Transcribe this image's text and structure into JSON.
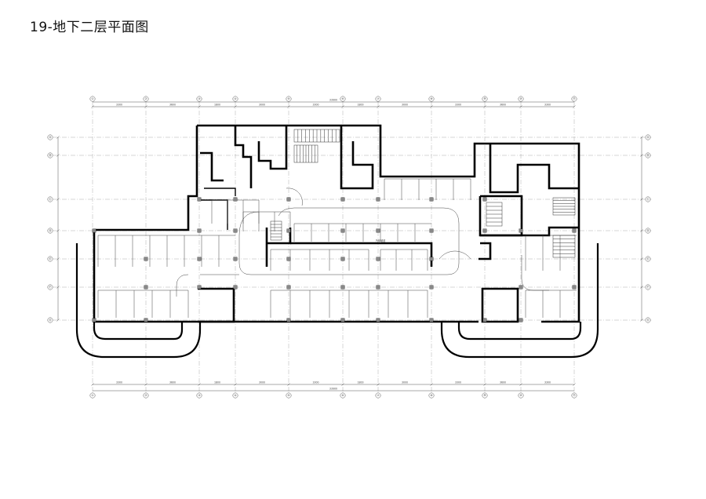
{
  "title": "19-地下二层平面图",
  "grid_columns": [
    "①",
    "②",
    "③",
    "④",
    "⑤",
    "⑥",
    "⑦",
    "⑧",
    "⑨",
    "⑩",
    "⑪"
  ],
  "grid_rows": [
    "Ⓐ",
    "Ⓑ",
    "Ⓒ",
    "Ⓓ",
    "Ⓔ",
    "Ⓕ",
    "Ⓖ",
    "Ⓗ"
  ],
  "dimensions_top": [
    "3300",
    "3600",
    "1800",
    "3000",
    "3300",
    "1800",
    "3000",
    "3300",
    "3600",
    "3300"
  ],
  "dimensions_bottom": [
    "3300",
    "3600",
    "1800",
    "3000",
    "3300",
    "1800",
    "3000",
    "3300",
    "3600",
    "3300"
  ],
  "overall_dimension": "33900",
  "room_labels": [
    "汽车坡道"
  ]
}
